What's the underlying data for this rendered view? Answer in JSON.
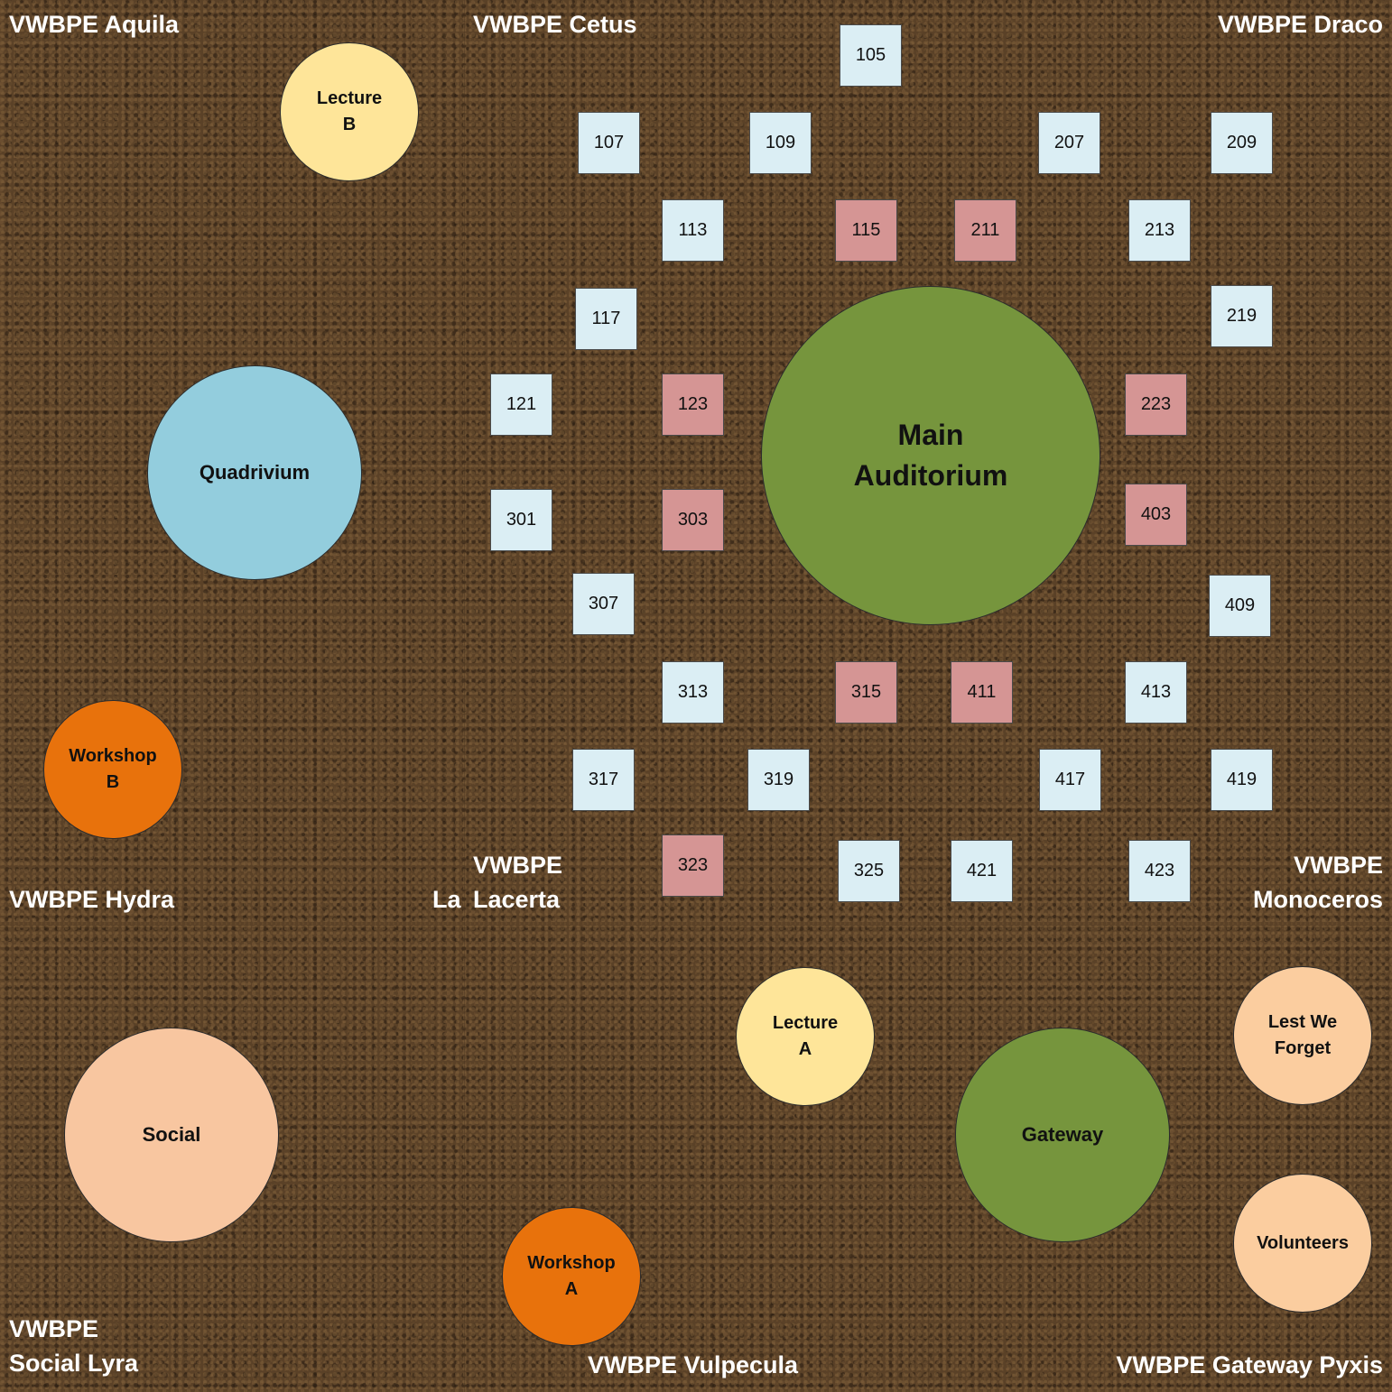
{
  "map_title": "",
  "colors": {
    "room_standard": "#dbeef4",
    "room_highlight": "#d59594",
    "main_auditorium": "#76953d",
    "gateway": "#76953d",
    "quadrivium": "#93cddd",
    "lecture": "#fee599",
    "workshop": "#e8720c",
    "social": "#f8c6a0",
    "lest_we_forget": "#fbcd9f",
    "volunteers": "#fbcd9f",
    "label_text": "#ffffff"
  },
  "regions": [
    {
      "id": "aquila",
      "lines": [
        "VWBPE Aquila"
      ]
    },
    {
      "id": "cetus",
      "lines": [
        "VWBPE Cetus"
      ]
    },
    {
      "id": "draco",
      "lines": [
        "VWBPE Draco"
      ]
    },
    {
      "id": "hydra",
      "lines": [
        "VWBPE Hydra"
      ]
    },
    {
      "id": "lacerta",
      "lines": [
        "VWBPE",
        "Lacerta"
      ]
    },
    {
      "id": "monoceros",
      "lines": [
        "VWBPE",
        "Monoceros"
      ]
    },
    {
      "id": "lyra",
      "lines": [
        "VWBPE",
        "Social Lyra"
      ]
    },
    {
      "id": "vulpecula",
      "lines": [
        "VWBPE Vulpecula"
      ]
    },
    {
      "id": "pyxis",
      "lines": [
        "VWBPE Gateway Pyxis"
      ]
    }
  ],
  "stray_text": "La",
  "rooms": [
    {
      "number": "105",
      "type": "standard"
    },
    {
      "number": "107",
      "type": "standard"
    },
    {
      "number": "109",
      "type": "standard"
    },
    {
      "number": "113",
      "type": "standard"
    },
    {
      "number": "115",
      "type": "highlight"
    },
    {
      "number": "117",
      "type": "standard"
    },
    {
      "number": "121",
      "type": "standard"
    },
    {
      "number": "123",
      "type": "highlight"
    },
    {
      "number": "207",
      "type": "standard"
    },
    {
      "number": "209",
      "type": "standard"
    },
    {
      "number": "211",
      "type": "highlight"
    },
    {
      "number": "213",
      "type": "standard"
    },
    {
      "number": "219",
      "type": "standard"
    },
    {
      "number": "223",
      "type": "highlight"
    },
    {
      "number": "301",
      "type": "standard"
    },
    {
      "number": "303",
      "type": "highlight"
    },
    {
      "number": "307",
      "type": "standard"
    },
    {
      "number": "313",
      "type": "standard"
    },
    {
      "number": "315",
      "type": "highlight"
    },
    {
      "number": "317",
      "type": "standard"
    },
    {
      "number": "319",
      "type": "standard"
    },
    {
      "number": "323",
      "type": "highlight"
    },
    {
      "number": "325",
      "type": "standard"
    },
    {
      "number": "403",
      "type": "highlight"
    },
    {
      "number": "409",
      "type": "standard"
    },
    {
      "number": "411",
      "type": "highlight"
    },
    {
      "number": "413",
      "type": "standard"
    },
    {
      "number": "417",
      "type": "standard"
    },
    {
      "number": "419",
      "type": "standard"
    },
    {
      "number": "421",
      "type": "standard"
    },
    {
      "number": "423",
      "type": "standard"
    }
  ],
  "venues": [
    {
      "id": "lecture-b",
      "lines": [
        "Lecture",
        "B"
      ],
      "color_key": "lecture"
    },
    {
      "id": "quadrivium",
      "lines": [
        "Quadrivium"
      ],
      "color_key": "quadrivium"
    },
    {
      "id": "workshop-b",
      "lines": [
        "Workshop",
        "B"
      ],
      "color_key": "workshop"
    },
    {
      "id": "main-auditorium",
      "lines": [
        "Main",
        "Auditorium"
      ],
      "color_key": "main_auditorium"
    },
    {
      "id": "social",
      "lines": [
        "Social"
      ],
      "color_key": "social"
    },
    {
      "id": "lecture-a",
      "lines": [
        "Lecture",
        "A"
      ],
      "color_key": "lecture"
    },
    {
      "id": "workshop-a",
      "lines": [
        "Workshop",
        "A"
      ],
      "color_key": "workshop"
    },
    {
      "id": "gateway",
      "lines": [
        "Gateway"
      ],
      "color_key": "gateway"
    },
    {
      "id": "lest-we-forget",
      "lines": [
        "Lest We",
        "Forget"
      ],
      "color_key": "lest_we_forget"
    },
    {
      "id": "volunteers",
      "lines": [
        "Volunteers"
      ],
      "color_key": "volunteers"
    }
  ]
}
